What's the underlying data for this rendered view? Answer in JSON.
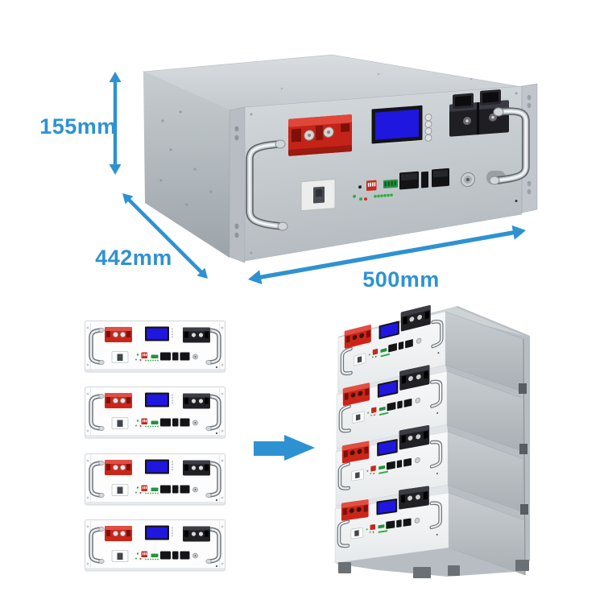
{
  "dimension_labels": {
    "height": "155mm",
    "depth": "442mm",
    "width": "500mm"
  },
  "colors": {
    "accent_blue": "#2e92d2",
    "screen_blue": "#1f17e0",
    "terminal_red": "#ce2418",
    "terminal_black": "#1f1f24",
    "chassis_gray": "#c6ccd0",
    "panel_white": "#fdfdfe",
    "led_green": "#2fae3f",
    "led_red": "#d8291a"
  },
  "left_column": {
    "unit_count": 4
  },
  "right_stack": {
    "unit_count": 4
  }
}
